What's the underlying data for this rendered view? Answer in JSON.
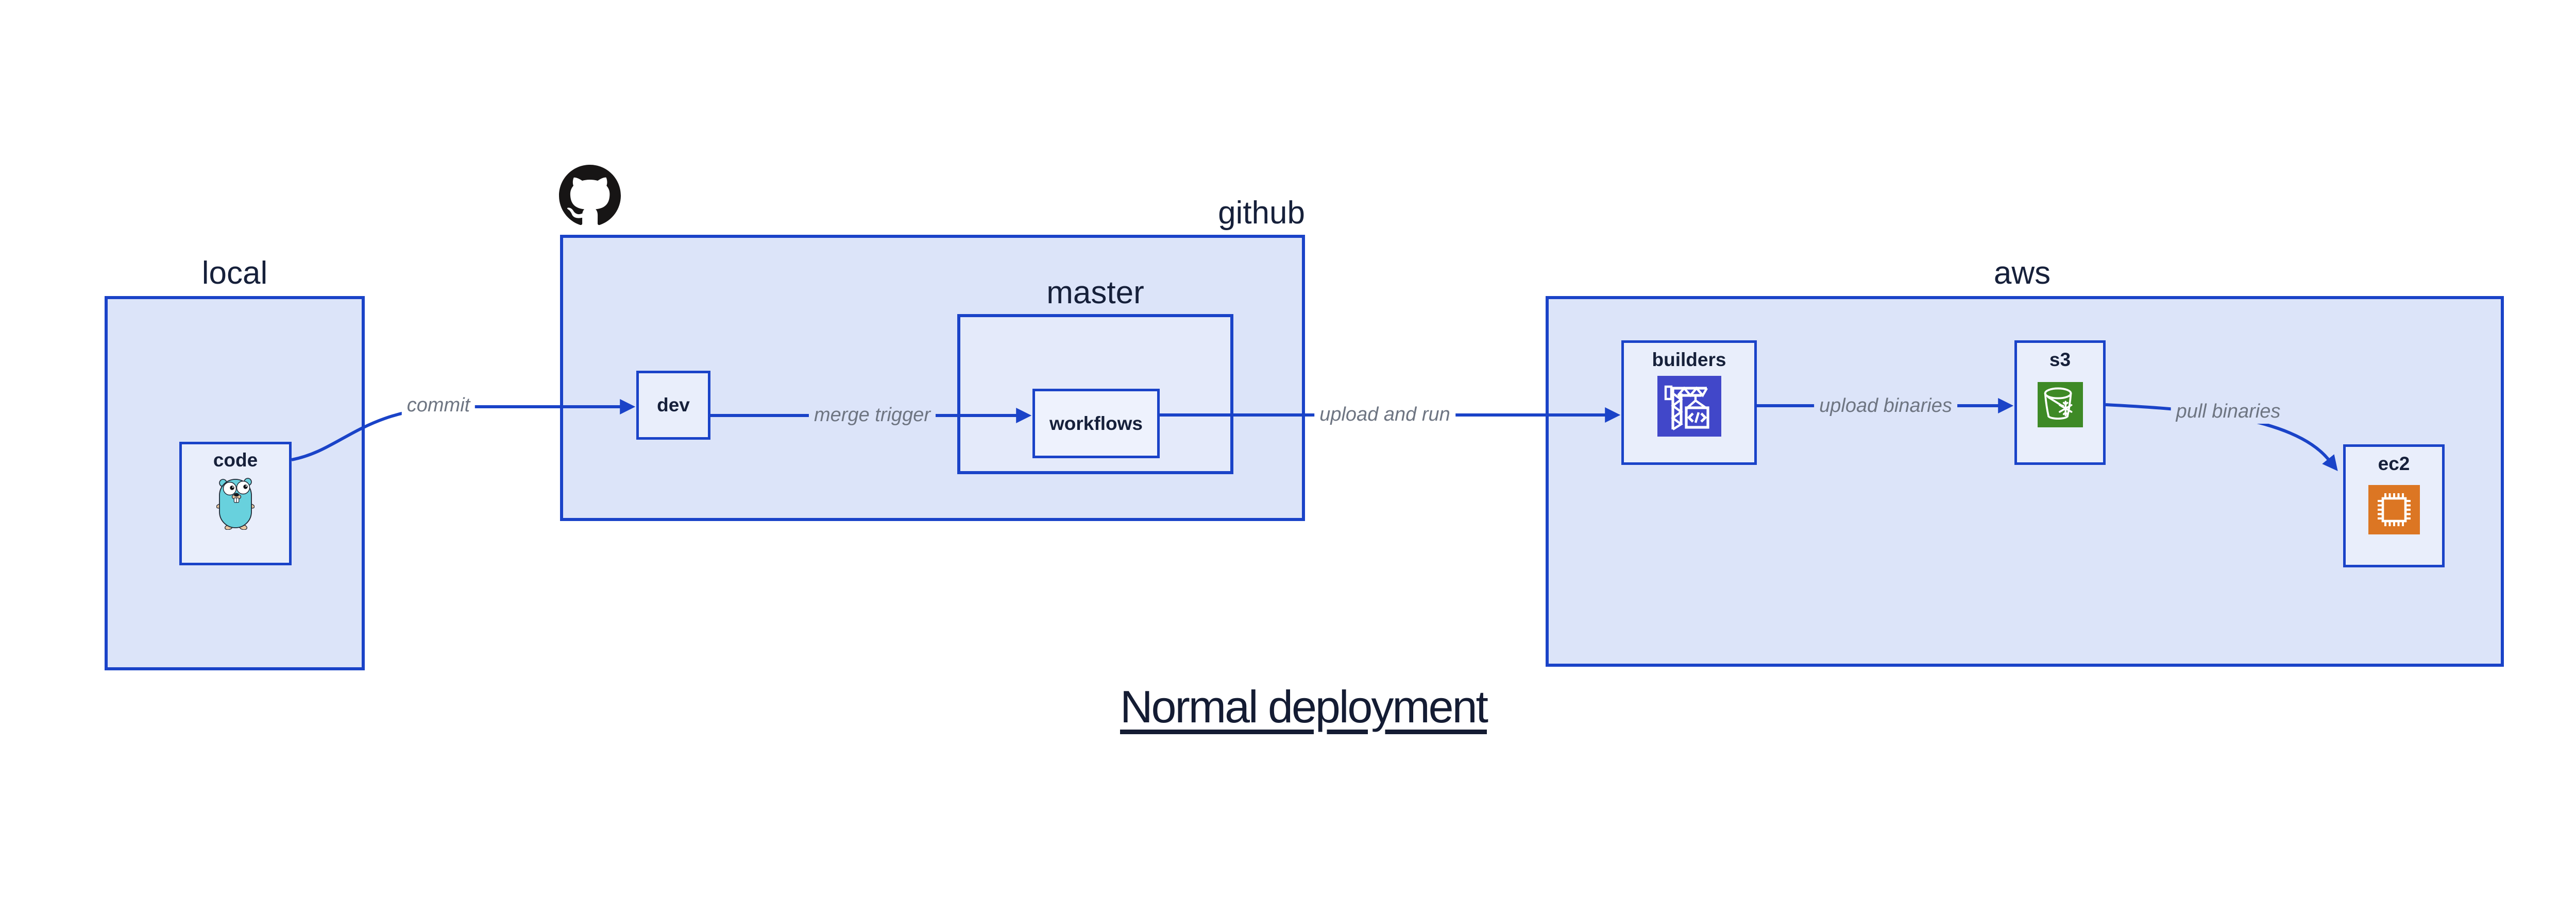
{
  "diagram": {
    "title": "Normal deployment"
  },
  "groups": {
    "local": {
      "label": "local",
      "nodes": {
        "code": {
          "label": "code",
          "icon": "go-gopher-icon"
        }
      }
    },
    "github": {
      "label": "github",
      "logo_icon": "github-octocat-icon",
      "nodes": {
        "dev": {
          "label": "dev"
        }
      },
      "master": {
        "label": "master",
        "nodes": {
          "workflows": {
            "label": "workflows"
          }
        }
      }
    },
    "aws": {
      "label": "aws",
      "nodes": {
        "builders": {
          "label": "builders",
          "icon": "codebuild-crane-icon",
          "icon_color": "#4147c9"
        },
        "s3": {
          "label": "s3",
          "icon": "s3-bucket-snowflake-icon",
          "icon_color": "#3e8a26"
        },
        "ec2": {
          "label": "ec2",
          "icon": "ec2-chip-icon",
          "icon_color": "#dc7623"
        }
      }
    }
  },
  "edges": [
    {
      "from": "code",
      "to": "dev",
      "label": "commit"
    },
    {
      "from": "dev",
      "to": "workflows",
      "label": "merge trigger"
    },
    {
      "from": "workflows",
      "to": "builders",
      "label": "upload and run"
    },
    {
      "from": "builders",
      "to": "s3",
      "label": "upload binaries"
    },
    {
      "from": "s3",
      "to": "ec2",
      "label": "pull binaries"
    }
  ],
  "colors": {
    "border_blue": "#1a43c8",
    "group_fill": "#dce4f9",
    "node_fill": "#e9eefb",
    "text_dark": "#16203a",
    "edge_label_gray": "#6e7582",
    "github_black": "#171515",
    "builders_indigo": "#4147c9",
    "s3_green": "#3e8a26",
    "ec2_orange": "#dc7623",
    "gopher_teal": "#68d1dd"
  }
}
